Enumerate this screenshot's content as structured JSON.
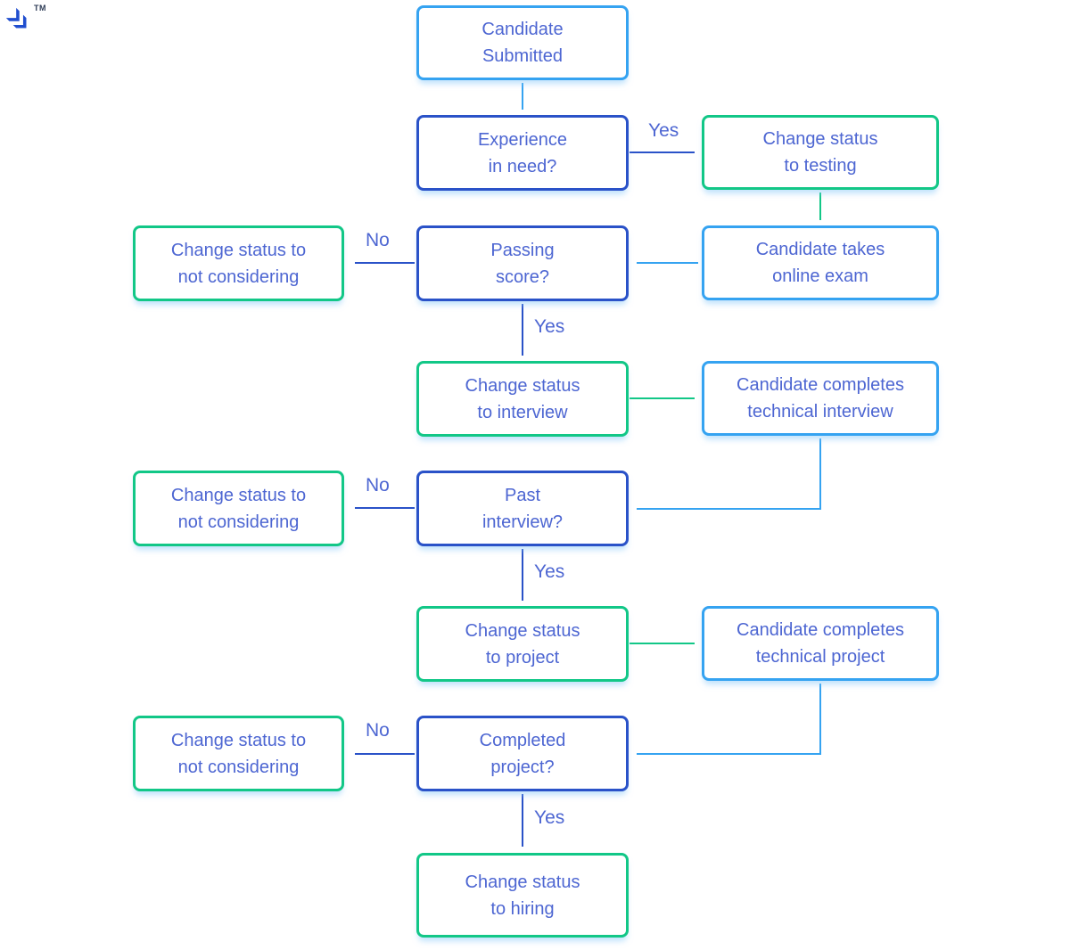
{
  "brand": {
    "logo": "toptal-mark",
    "trademark": "TM"
  },
  "colors": {
    "sky": "#35a3f1",
    "royal": "#2a52c8",
    "green": "#12c787",
    "text": "#4d66d2",
    "logo": "#204ecf"
  },
  "diagram": {
    "type": "flowchart",
    "nodes": [
      {
        "id": "candidate-submitted",
        "line1": "Candidate",
        "line2": "Submitted",
        "style": "sky"
      },
      {
        "id": "experience-in-need",
        "line1": "Experience",
        "line2": "in need?",
        "style": "royal"
      },
      {
        "id": "change-status-testing",
        "line1": "Change status",
        "line2": "to testing",
        "style": "green"
      },
      {
        "id": "change-status-not-considering-1",
        "line1": "Change status to",
        "line2": "not considering",
        "style": "green"
      },
      {
        "id": "passing-score",
        "line1": "Passing",
        "line2": "score?",
        "style": "royal"
      },
      {
        "id": "candidate-takes-online-exam",
        "line1": "Candidate takes",
        "line2": "online exam",
        "style": "sky"
      },
      {
        "id": "change-status-interview",
        "line1": "Change status",
        "line2": "to interview",
        "style": "green"
      },
      {
        "id": "candidate-completes-technical-interview",
        "line1": "Candidate completes",
        "line2": "technical interview",
        "style": "sky"
      },
      {
        "id": "change-status-not-considering-2",
        "line1": "Change status to",
        "line2": "not considering",
        "style": "green"
      },
      {
        "id": "past-interview",
        "line1": "Past",
        "line2": "interview?",
        "style": "royal"
      },
      {
        "id": "change-status-project",
        "line1": "Change status",
        "line2": "to project",
        "style": "green"
      },
      {
        "id": "candidate-completes-technical-project",
        "line1": "Candidate completes",
        "line2": "technical project",
        "style": "sky"
      },
      {
        "id": "change-status-not-considering-3",
        "line1": "Change status to",
        "line2": "not considering",
        "style": "green"
      },
      {
        "id": "completed-project",
        "line1": "Completed",
        "line2": "project?",
        "style": "royal"
      },
      {
        "id": "change-status-hiring",
        "line1": "Change status",
        "line2": "to hiring",
        "style": "green"
      }
    ],
    "edges": [
      {
        "from": "candidate-submitted",
        "to": "experience-in-need",
        "label": ""
      },
      {
        "from": "experience-in-need",
        "to": "change-status-testing",
        "label": "Yes"
      },
      {
        "from": "change-status-testing",
        "to": "candidate-takes-online-exam",
        "label": ""
      },
      {
        "from": "candidate-takes-online-exam",
        "to": "passing-score",
        "label": ""
      },
      {
        "from": "passing-score",
        "to": "change-status-not-considering-1",
        "label": "No"
      },
      {
        "from": "passing-score",
        "to": "change-status-interview",
        "label": "Yes"
      },
      {
        "from": "change-status-interview",
        "to": "candidate-completes-technical-interview",
        "label": ""
      },
      {
        "from": "candidate-completes-technical-interview",
        "to": "past-interview",
        "label": ""
      },
      {
        "from": "past-interview",
        "to": "change-status-not-considering-2",
        "label": "No"
      },
      {
        "from": "past-interview",
        "to": "change-status-project",
        "label": "Yes"
      },
      {
        "from": "change-status-project",
        "to": "candidate-completes-technical-project",
        "label": ""
      },
      {
        "from": "candidate-completes-technical-project",
        "to": "completed-project",
        "label": ""
      },
      {
        "from": "completed-project",
        "to": "change-status-not-considering-3",
        "label": "No"
      },
      {
        "from": "completed-project",
        "to": "change-status-hiring",
        "label": "Yes"
      }
    ]
  }
}
